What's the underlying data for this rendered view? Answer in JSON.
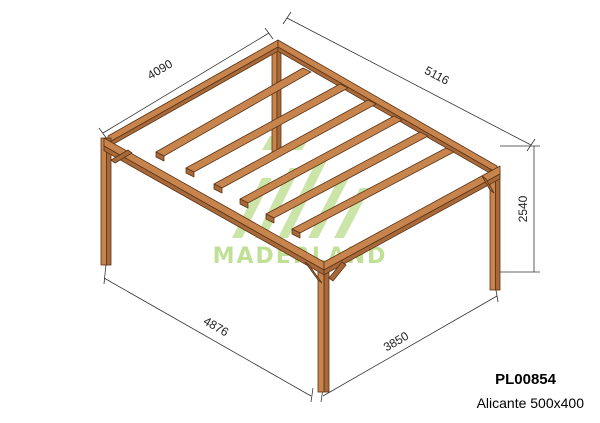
{
  "colors": {
    "wood_face": "#c8844d",
    "wood_side": "#a8693a",
    "wood_edge": "#5a3416",
    "dimension_line": "#333333",
    "watermark": "#8cc63f"
  },
  "dimensions": {
    "depth_top": "4090",
    "length_top": "5116",
    "height": "2540",
    "post_span_left": "4876",
    "post_span_right": "3850"
  },
  "watermark": {
    "brand": "MADERLAND"
  },
  "product": {
    "code": "PL00854",
    "model": "Alicante 500x400"
  }
}
